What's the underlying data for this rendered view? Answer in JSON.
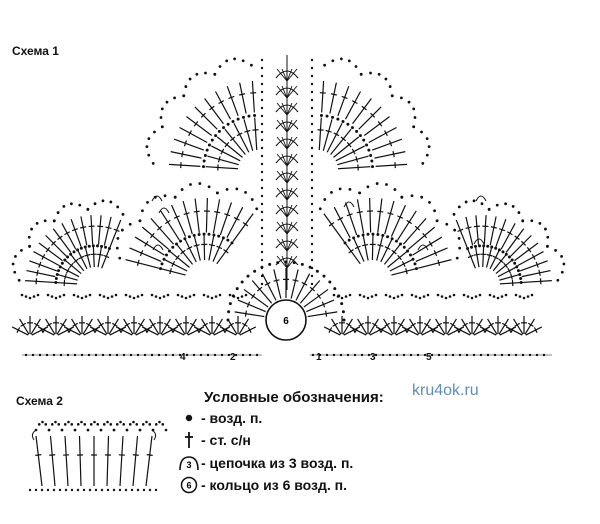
{
  "scheme1": {
    "title": "Схема 1",
    "ring_label": "6",
    "row_numbers_left": [
      "4",
      "2"
    ],
    "row_numbers_right": [
      "1",
      "3",
      "5"
    ]
  },
  "scheme2": {
    "title": "Схема 2"
  },
  "watermark": "kru4ok.ru",
  "legend": {
    "title": "Условные обозначения:",
    "items": [
      {
        "symbol": "dot-icon",
        "text": "- возд. п."
      },
      {
        "symbol": "cross-icon",
        "text": "- ст. с/н"
      },
      {
        "symbol": "chain-3-icon",
        "symbol_label": "3",
        "text": "- цепочка из 3 возд. п."
      },
      {
        "symbol": "ring-6-icon",
        "symbol_label": "6",
        "text": "- кольцо из 6 возд. п."
      }
    ]
  }
}
